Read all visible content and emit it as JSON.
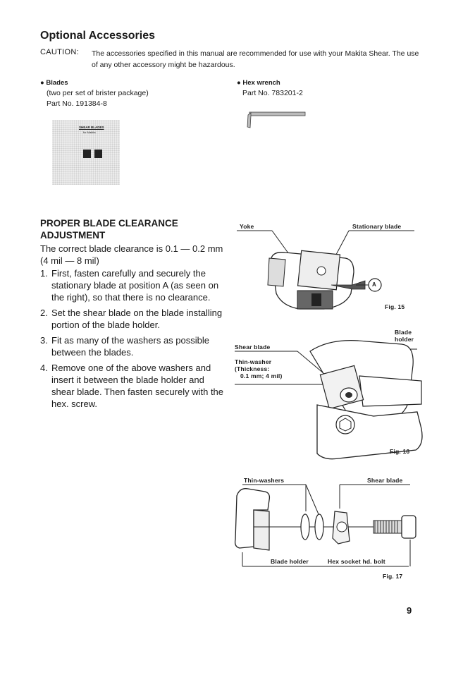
{
  "section1": {
    "title": "Optional Accessories",
    "caution_label": "CAUTION:",
    "caution_text": "The accessories specified in this manual are recommended for use with your Makita Shear. The use of any other accessory might be hazardous."
  },
  "accessories": [
    {
      "name": "● Blades",
      "desc": "(two per set of brister package)",
      "part": "Part No. 191384-8"
    },
    {
      "name": "● Hex wrench",
      "part": "Part No. 783201-2"
    }
  ],
  "section2": {
    "title_line1": "PROPER BLADE CLEARANCE",
    "title_line2": "ADJUSTMENT",
    "intro": "The correct blade clearance is 0.1 — 0.2 mm (4 mil — 8 mil)",
    "steps": [
      {
        "num": "1.",
        "text": "First, fasten carefully and securely the stationary blade at position A (as seen on the right), so that there is no clearance."
      },
      {
        "num": "2.",
        "text": "Set the shear blade on the blade installing portion of the blade holder."
      },
      {
        "num": "3.",
        "text": "Fit as many of the washers as possible between the blades."
      },
      {
        "num": "4.",
        "text": "Remove one of the above washers and insert it between the blade holder and shear blade. Then fasten securely with the hex. screw."
      }
    ]
  },
  "fig15": {
    "label_yoke": "Yoke",
    "label_stationary": "Stationary blade",
    "label_a": "A",
    "caption": "Fig. 15"
  },
  "fig16": {
    "label_blade_holder_1": "Blade",
    "label_blade_holder_2": "holder",
    "label_shear": "Shear blade",
    "label_washer_1": "Thin-washer",
    "label_washer_2": "(Thickness:",
    "label_washer_3": "0.1 mm;  4 mil)",
    "caption": "Fig. 16"
  },
  "fig17": {
    "label_washers": "Thin-washers",
    "label_shear": "Shear blade",
    "label_holder": "Blade holder",
    "label_bolt": "Hex socket hd. bolt",
    "caption": "Fig. 17"
  },
  "package": {
    "text_1": "SHEAR BLADES",
    "text_2": "for Makita"
  },
  "page_number": "9"
}
